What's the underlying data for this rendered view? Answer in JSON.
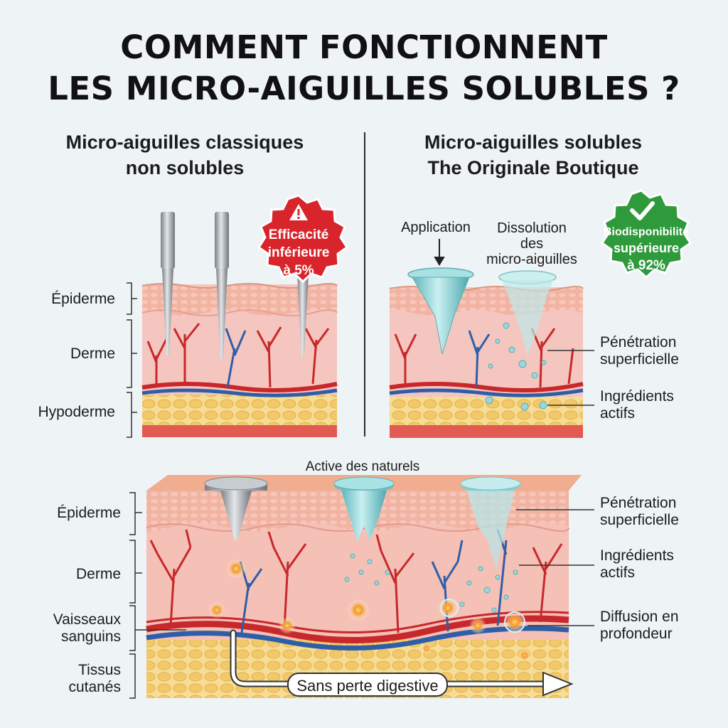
{
  "title_line1": "COMMENT FONCTIONNENT",
  "title_line2": "LES MICRO-AIGUILLES SOLUBLES ?",
  "left_panel": {
    "heading_line1": "Micro-aiguilles classiques",
    "heading_line2": "non solubles",
    "badge": {
      "line1": "Efficacité",
      "line2": "inférieure",
      "line3": "à 5%",
      "color": "#d8252b",
      "icon": "warning-icon"
    },
    "layers": [
      "Épiderme",
      "Derme",
      "Hypoderme"
    ]
  },
  "right_panel": {
    "heading_line1": "Micro-aiguilles solubles",
    "heading_line2": "The Originale Boutique",
    "label_application": "Application",
    "label_dissolution_line1": "Dissolution",
    "label_dissolution_line2": "des",
    "label_dissolution_line3": "micro-aiguilles",
    "badge": {
      "line1": "Biodisponibilité",
      "line2": "supérieure",
      "line3": "à 92%",
      "color": "#2f9a3c",
      "icon": "check-icon"
    },
    "annot_penetration_line1": "Pénétration",
    "annot_penetration_line2": "superficielle",
    "annot_ingredients_line1": "Ingrédients",
    "annot_ingredients_line2": "actifs"
  },
  "bottom_panel": {
    "top_label": "Active des naturels",
    "layers": {
      "epiderme": "Épiderme",
      "derme": "Derme",
      "vaisseaux_line1": "Vaisseaux",
      "vaisseaux_line2": "sanguins",
      "tissus_line1": "Tissus",
      "tissus_line2": "cutanés"
    },
    "annot_penetration_line1": "Pénétration",
    "annot_penetration_line2": "superficielle",
    "annot_ingredients_line1": "Ingrédients",
    "annot_ingredients_line2": "actifs",
    "annot_diffusion_line1": "Diffusion en",
    "annot_diffusion_line2": "profondeur",
    "arrow_label": "Sans perte digestive"
  },
  "colors": {
    "skin_top": "#f2b7a2",
    "dermis": "#f4c0b8",
    "fat": "#f3d58a",
    "artery": "#c8282b",
    "vein": "#2f5ea8",
    "needle_metal": "#a4a9ae",
    "needle_soluble": "#8fd3d6"
  }
}
